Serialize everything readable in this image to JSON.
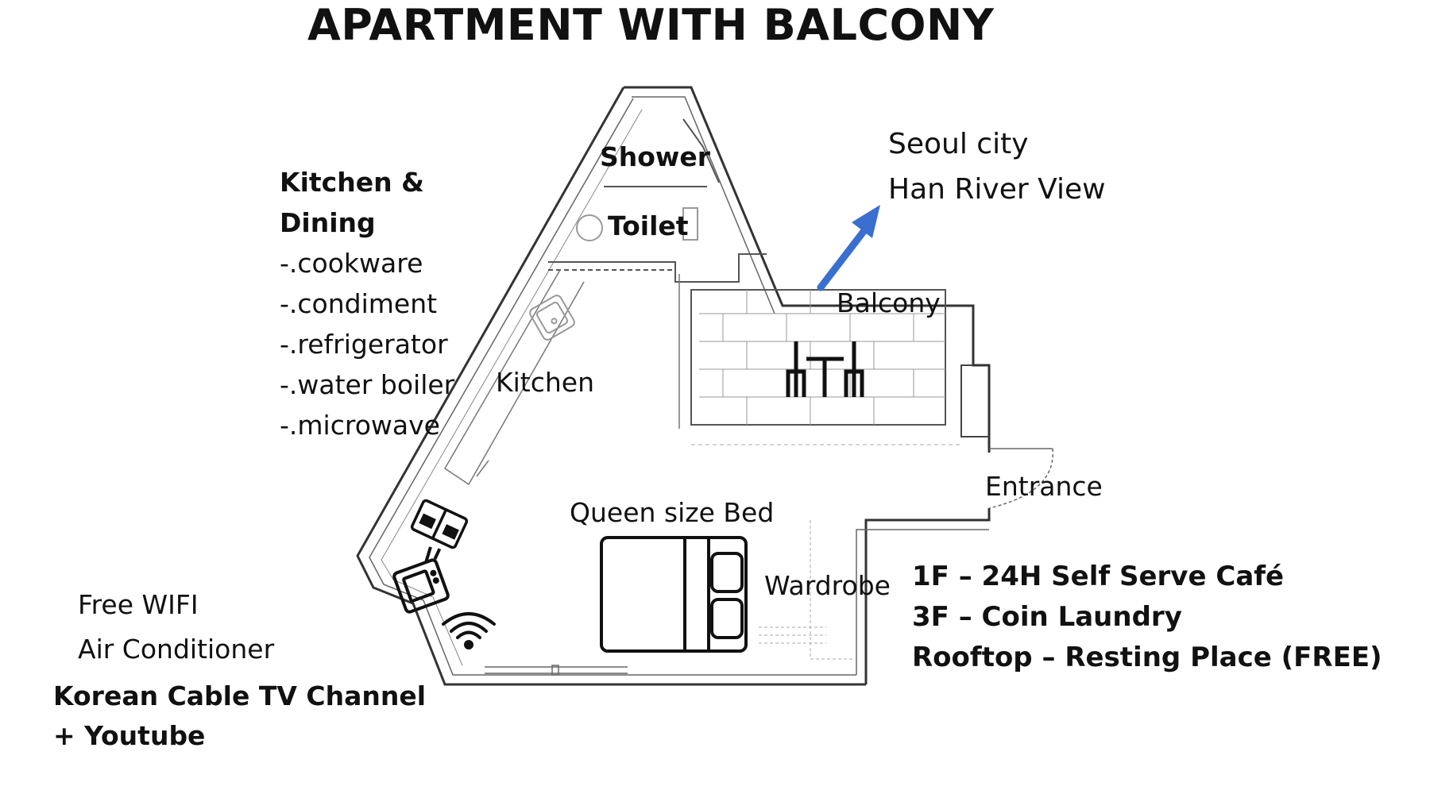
{
  "title": "APARTMENT WITH BALCONY",
  "rooms": {
    "shower": "Shower",
    "toilet": "Toilet",
    "kitchen": "Kitchen",
    "balcony": "Balcony",
    "entrance": "Entrance",
    "bed": "Queen size Bed",
    "wardrobe": "Wardrobe"
  },
  "view": {
    "line1": "Seoul city",
    "line2": "Han River View",
    "arrow_color": "#3a6fd0"
  },
  "kitchen_dining": {
    "heading_line1": "Kitchen &",
    "heading_line2": "Dining",
    "items": [
      "-.cookware",
      "-.condiment",
      "-.refrigerator",
      "-.water boiler",
      "-.microwave"
    ]
  },
  "amenities": {
    "wifi": "Free WIFI",
    "ac": "Air Conditioner",
    "tv_line1": "Korean Cable TV Channel",
    "tv_line2": "+  Youtube"
  },
  "building": [
    "1F – 24H Self Serve Café",
    "3F – Coin Laundry",
    "Rooftop – Resting Place (FREE)"
  ],
  "icons": [
    "wifi-icon",
    "tv-icon",
    "microwave-icon",
    "dining-table-icon",
    "bed-icon",
    "sink-icon",
    "toilet-icon",
    "arrow-icon"
  ]
}
